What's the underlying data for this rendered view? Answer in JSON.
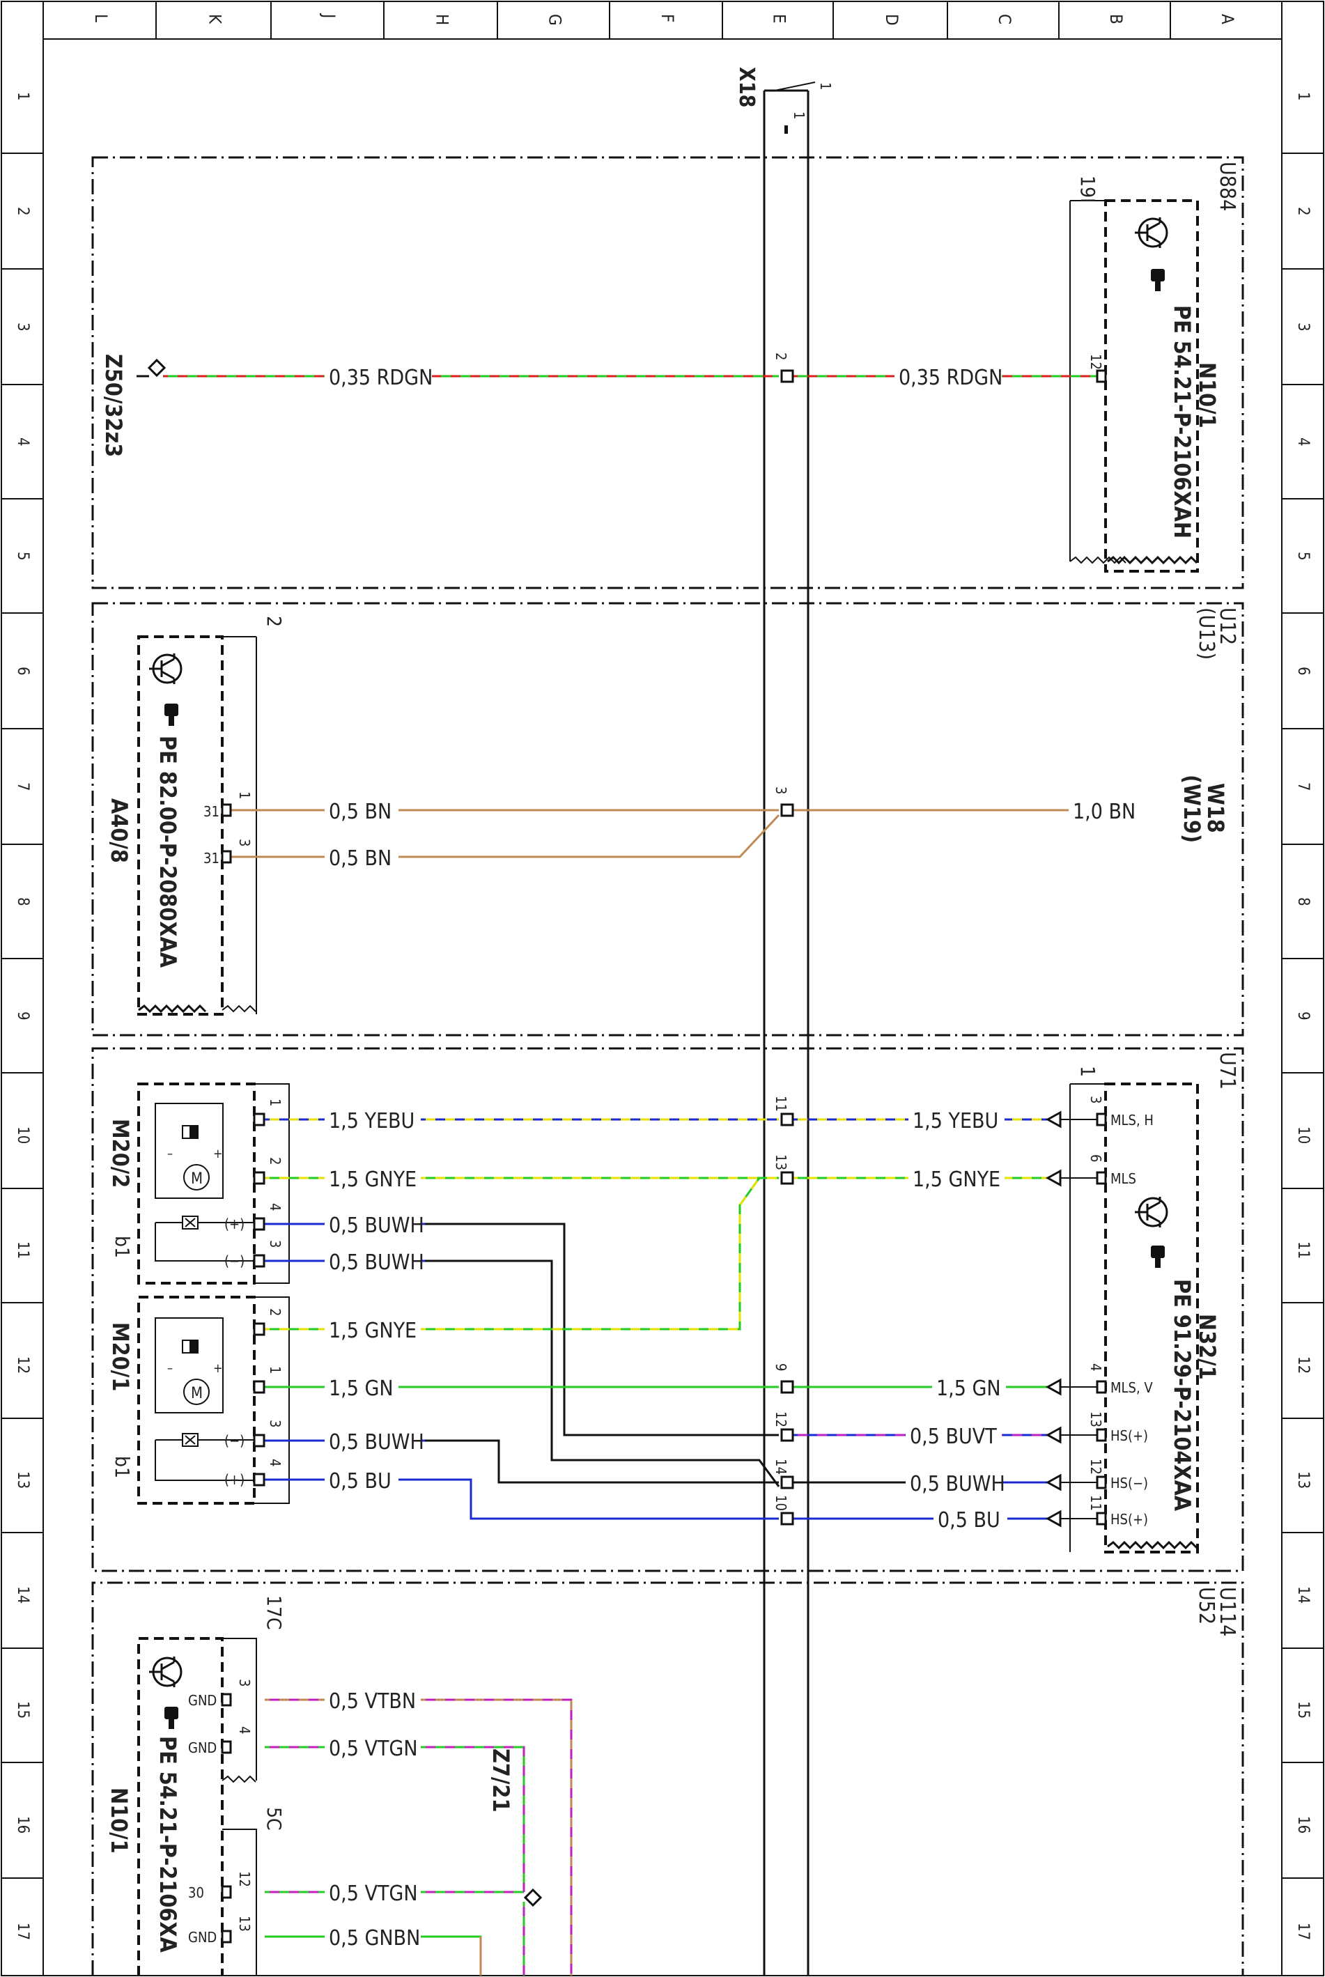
{
  "border": {
    "columns": [
      "L",
      "K",
      "J",
      "H",
      "G",
      "F",
      "E",
      "D",
      "C",
      "B",
      "A"
    ],
    "rows": [
      "1",
      "2",
      "3",
      "4",
      "5",
      "6",
      "7",
      "8",
      "9",
      "10",
      "11",
      "12",
      "13",
      "14",
      "15",
      "16",
      "17"
    ]
  },
  "bus": {
    "label": "X18",
    "pin_top": "1"
  },
  "zones": [
    {
      "id": "U884"
    },
    {
      "id": "U12",
      "alt": "(U13)"
    },
    {
      "id": "U71"
    },
    {
      "id": "U114",
      "alt": "U52"
    }
  ],
  "components": {
    "n10_1_top": {
      "name": "N10/1",
      "doc": "PE 54.21-P-2106XAH",
      "connector": "19I",
      "pin": "12"
    },
    "a40_8": {
      "name": "A40/8",
      "doc": "PE 82.00-P-2080XAA",
      "connector": "2",
      "pins": [
        "1",
        "3"
      ],
      "pin_labels": [
        "31",
        "31"
      ]
    },
    "n32_1": {
      "name": "N32/1",
      "doc": "PE 91.29-P-2104XAA",
      "connector": "1",
      "pins": [
        "3",
        "6",
        "4",
        "13",
        "12",
        "11"
      ],
      "pin_labels": [
        "MLS, H",
        "MLS",
        "MLS, V",
        "HS(+)",
        "HS(−)",
        "HS(+)"
      ]
    },
    "m20_2": {
      "name": "M20/2",
      "sub": "b1",
      "pins": [
        "1",
        "2",
        "4",
        "3"
      ],
      "pin_labels": [
        "(+)",
        "(−)"
      ]
    },
    "m20_1": {
      "name": "M20/1",
      "sub": "b1",
      "pins": [
        "2",
        "1",
        "3",
        "4"
      ],
      "pin_labels": [
        "(−)",
        "(+)"
      ]
    },
    "n10_1_bottom": {
      "name": "N10/1",
      "doc": "PE 54.21-P-2106XA",
      "connectors": [
        "17C",
        "5C"
      ],
      "pins": [
        "3",
        "4",
        "12",
        "13"
      ],
      "pin_labels": [
        "GND",
        "GND",
        "30",
        "GND"
      ]
    },
    "z50": {
      "name": "Z50/32z3"
    },
    "z7": {
      "name": "Z7/21"
    },
    "w18": {
      "name": "W18",
      "alt": "(W19)"
    }
  },
  "x18_pins": [
    "2",
    "3",
    "11",
    "13",
    "9",
    "12",
    "14",
    "10"
  ],
  "wires": {
    "rdgn_left": "0,35 RDGN",
    "rdgn_right": "0,35 RDGN",
    "bn_1": "0,5 BN",
    "bn_2": "0,5 BN",
    "bn_w18": "1,0 BN",
    "yebu_left": "1,5 YEBU",
    "yebu_right": "1,5 YEBU",
    "gnye_left": "1,5 GNYE",
    "gnye_right": "1,5 GNYE",
    "buwh_1": "0,5 BUWH",
    "buwh_2": "0,5 BUWH",
    "gnye_m20_1": "1,5 GNYE",
    "gn_left": "1,5 GN",
    "gn_right": "1,5 GN",
    "buwh_3": "0,5 BUWH",
    "bu_left": "0,5 BU",
    "buvt_right": "0,5 BUVT",
    "buwh_right": "0,5 BUWH",
    "bu_right": "0,5 BU",
    "vtbn": "0,5 VTBN",
    "vtgn_1": "0,5 VTGN",
    "vtgn_2": "0,5 VTGN",
    "gnbn": "0,5 GNBN"
  },
  "colors": {
    "red": "#d92020",
    "green": "#22cc22",
    "brown": "#c08a55",
    "yellow": "#e8e000",
    "blue": "#1a2ad0",
    "black": "#111111",
    "violet": "#c020c0",
    "white": "#ffffff"
  }
}
